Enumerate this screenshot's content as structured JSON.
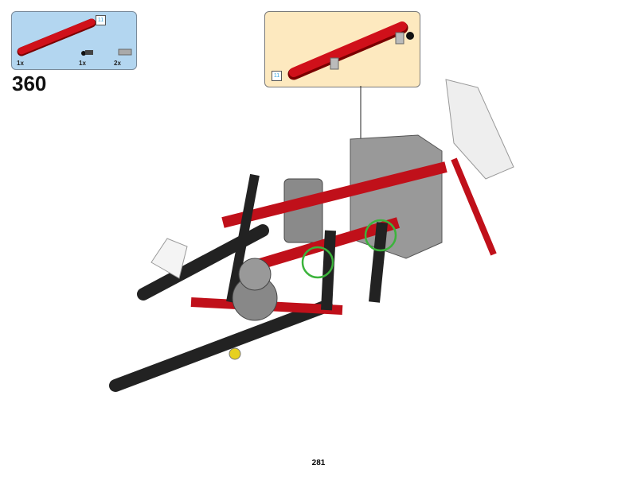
{
  "parts_list": {
    "items": [
      {
        "part": "red-beam-11",
        "qty": "1x",
        "length_badge": "11"
      },
      {
        "part": "black-axle-pin",
        "qty": "1x"
      },
      {
        "part": "grey-pin",
        "qty": "2x"
      }
    ]
  },
  "step_number": "360",
  "subassembly": {
    "length_badge": "11"
  },
  "page_number": "281",
  "colors": {
    "parts_bg": "#b3d6f0",
    "sub_bg": "#fde9bf",
    "red": "#d0101a",
    "highlight": "#3cb43c"
  }
}
